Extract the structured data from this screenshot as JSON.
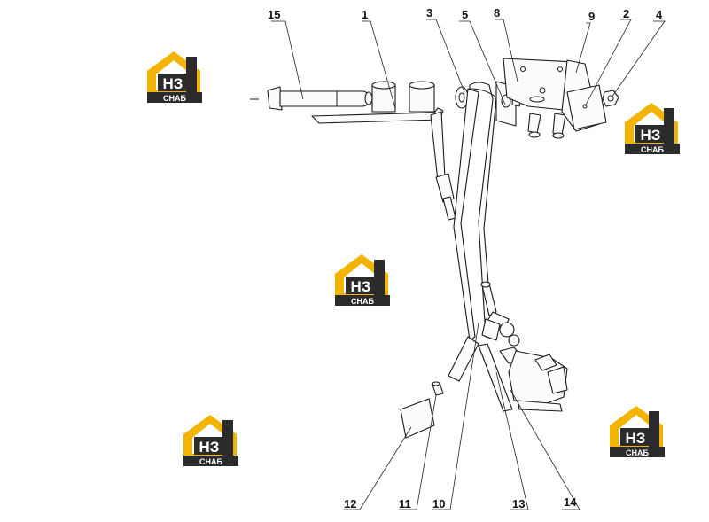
{
  "watermark": {
    "logo_main": "НЗ",
    "logo_sub": "СНАБ",
    "colors": {
      "accent": "#f2b400",
      "dark": "#2b2b2b",
      "light": "#ffffff"
    }
  },
  "callouts": [
    {
      "id": "15",
      "label": "15"
    },
    {
      "id": "1",
      "label": "1"
    },
    {
      "id": "3",
      "label": "3"
    },
    {
      "id": "5",
      "label": "5"
    },
    {
      "id": "8",
      "label": "8"
    },
    {
      "id": "9",
      "label": "9"
    },
    {
      "id": "2",
      "label": "2"
    },
    {
      "id": "4",
      "label": "4"
    },
    {
      "id": "12",
      "label": "12"
    },
    {
      "id": "11",
      "label": "11"
    },
    {
      "id": "10",
      "label": "10"
    },
    {
      "id": "13",
      "label": "13"
    },
    {
      "id": "14",
      "label": "14"
    }
  ]
}
